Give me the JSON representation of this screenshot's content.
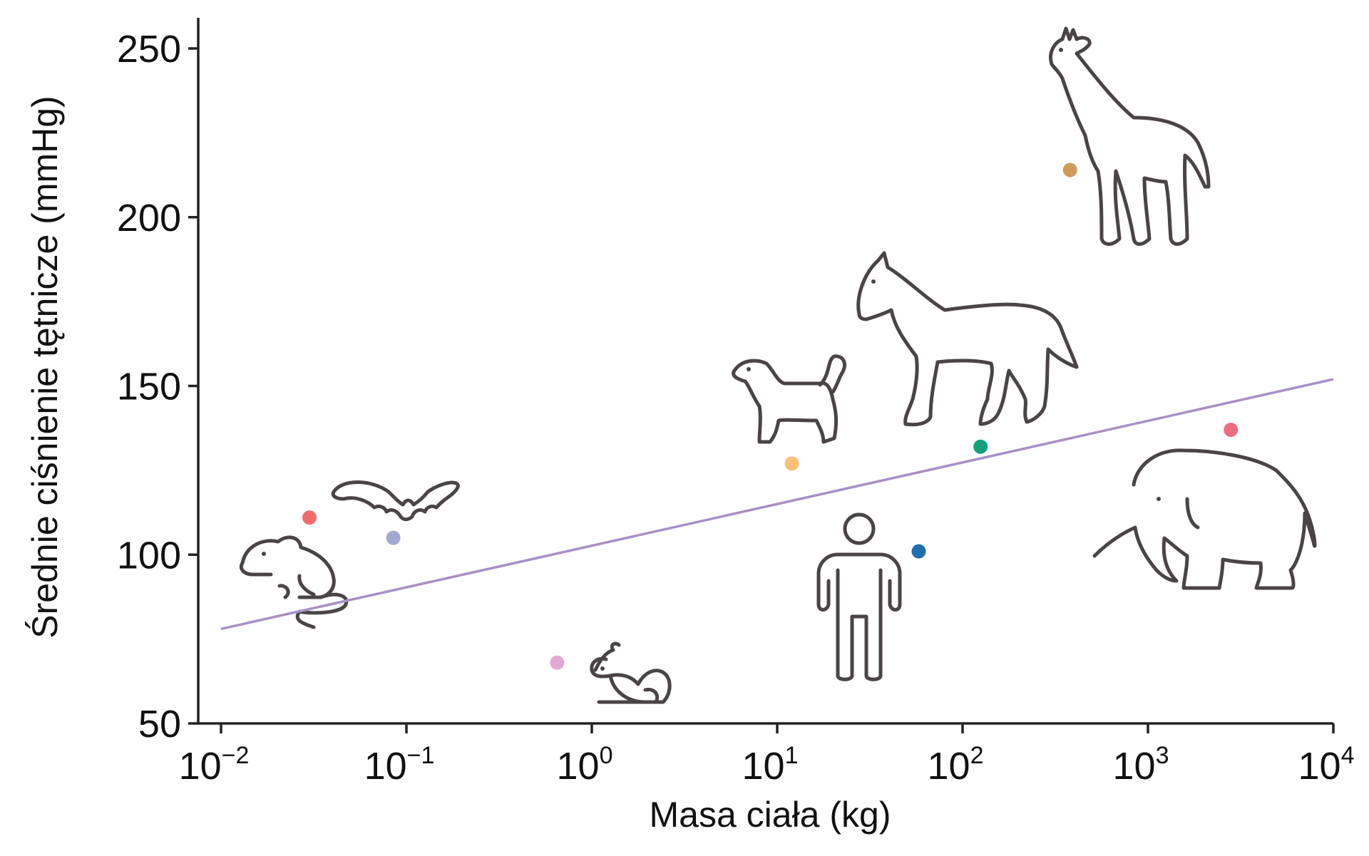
{
  "chart_data": {
    "type": "scatter",
    "title": "",
    "xlabel": "Masa ciała (kg)",
    "ylabel": "Średnie ciśnienie tętnicze (mmHg)",
    "xscale": "log",
    "xlim": [
      0.01,
      10000
    ],
    "ylim": [
      50,
      260
    ],
    "x_ticks": [
      {
        "value": 0.01,
        "base": "10",
        "exp": "−2"
      },
      {
        "value": 0.1,
        "base": "10",
        "exp": "−1"
      },
      {
        "value": 1,
        "base": "10",
        "exp": "0"
      },
      {
        "value": 10,
        "base": "10",
        "exp": "1"
      },
      {
        "value": 100,
        "base": "10",
        "exp": "2"
      },
      {
        "value": 1000,
        "base": "10",
        "exp": "3"
      },
      {
        "value": 10000,
        "base": "10",
        "exp": "4"
      }
    ],
    "y_ticks": [
      {
        "value": 50,
        "label": "50"
      },
      {
        "value": 100,
        "label": "100"
      },
      {
        "value": 150,
        "label": "150"
      },
      {
        "value": 200,
        "label": "200"
      },
      {
        "value": 250,
        "label": "250"
      }
    ],
    "grid": false,
    "points": [
      {
        "icon": "mouse-icon",
        "x": 0.03,
        "y": 111,
        "color": "#f26b6b"
      },
      {
        "icon": "bat-icon",
        "x": 0.085,
        "y": 105,
        "color": "#a3a8d0"
      },
      {
        "icon": "rabbit-icon",
        "x": 0.65,
        "y": 68,
        "color": "#e2a8d2"
      },
      {
        "icon": "dog-icon",
        "x": 12,
        "y": 127,
        "color": "#fbbf7a"
      },
      {
        "icon": "human-icon",
        "x": 58,
        "y": 101,
        "color": "#1f6fb0"
      },
      {
        "icon": "horse-icon",
        "x": 125,
        "y": 132,
        "color": "#13a07b"
      },
      {
        "icon": "giraffe-icon",
        "x": 380,
        "y": 214,
        "color": "#d19a5a"
      },
      {
        "icon": "elephant-icon",
        "x": 2800,
        "y": 137,
        "color": "#ef6b7e"
      }
    ],
    "fit_line": {
      "x": [
        0.01,
        10000
      ],
      "y": [
        78,
        152
      ],
      "color": "#a88fc7"
    }
  }
}
